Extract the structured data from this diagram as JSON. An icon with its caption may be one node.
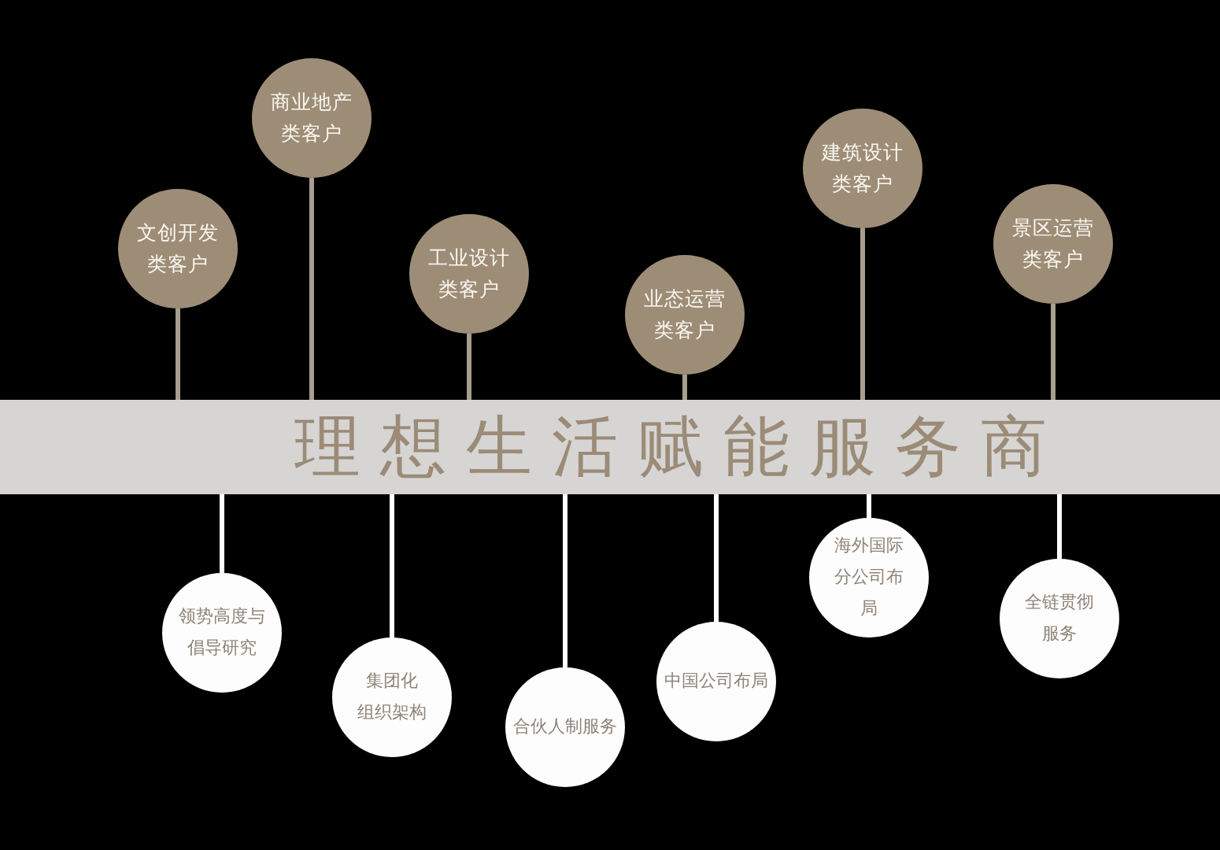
{
  "diagram": {
    "nodes": [
      {
        "text": [
          "文创开发类客户"
        ]
      },
      {
        "text": [
          "商业地产类客户"
        ]
      },
      {
        "text": [
          "工业设计类客户"
        ]
      },
      {
        "text": [
          "业态运营类客户"
        ]
      },
      {
        "text": [
          "建筑设计类客户"
        ]
      },
      {
        "text": [
          "景区运营类客户"
        ]
      },
      {
        "text": [
          "理想生活赋能服务商"
        ]
      },
      {
        "text": [
          "领势高度与倡导研究"
        ]
      },
      {
        "text": [
          "集团化组织架构"
        ]
      },
      {
        "text": [
          "合伙人制服务"
        ]
      },
      {
        "text": [
          "中国公司布局"
        ]
      },
      {
        "text": [
          "海外国际分公司布局"
        ]
      },
      {
        "text": [
          "全链贯彻服务"
        ]
      }
    ],
    "edges": [
      {
        "from": 0,
        "to": 6,
        "arrow": "none"
      },
      {
        "from": 1,
        "to": 6,
        "arrow": "none"
      },
      {
        "from": 2,
        "to": 6,
        "arrow": "none"
      },
      {
        "from": 3,
        "to": 6,
        "arrow": "none"
      },
      {
        "from": 4,
        "to": 6,
        "arrow": "none"
      },
      {
        "from": 5,
        "to": 6,
        "arrow": "none"
      },
      {
        "from": 6,
        "to": 7,
        "arrow": "none",
        "color": "#ffffff"
      },
      {
        "from": 6,
        "to": 8,
        "arrow": "none",
        "color": "#ffffff"
      },
      {
        "from": 6,
        "to": 9,
        "arrow": "none",
        "color": "#ffffff"
      },
      {
        "from": 6,
        "to": 10,
        "arrow": "none",
        "color": "#ffffff"
      },
      {
        "from": 6,
        "to": 11,
        "arrow": "none",
        "color": "#ffffff"
      },
      {
        "from": 6,
        "to": 12,
        "arrow": "none",
        "color": "#ffffff"
      }
    ]
  }
}
